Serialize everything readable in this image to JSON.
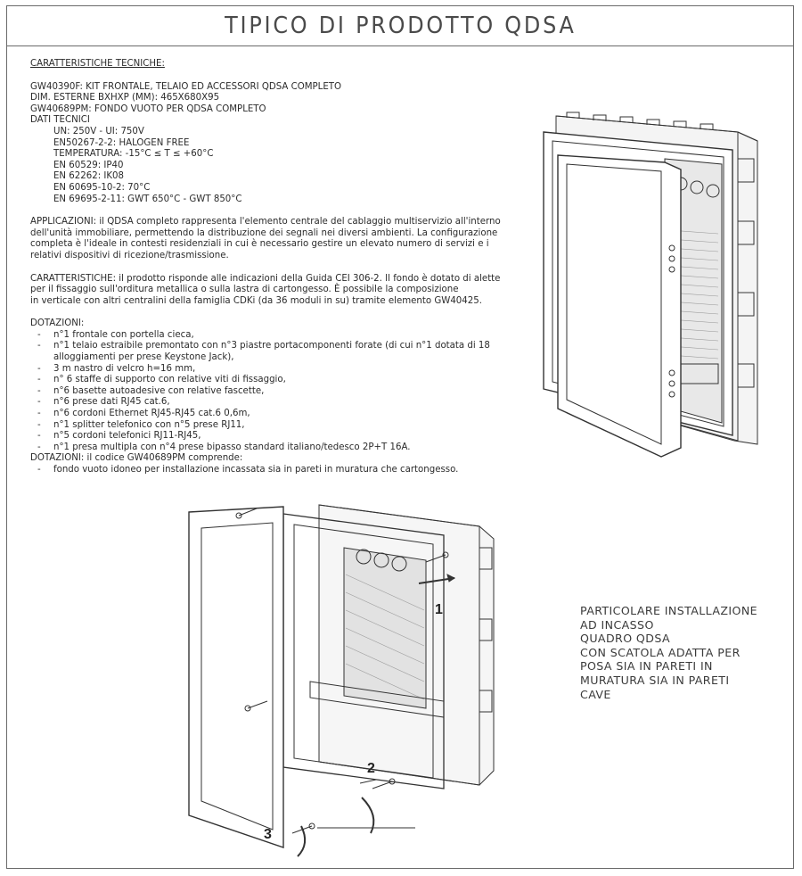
{
  "title": "TIPICO DI PRODOTTO QDSA",
  "heading": "CARATTERISTICHE TECNICHE:",
  "specs": [
    "GW40390F: KIT FRONTALE, TELAIO ED ACCESSORI QDSA COMPLETO",
    "DIM. ESTERNE BXHXP (MM): 465X680X95",
    "GW40689PM: FONDO VUOTO PER QDSA COMPLETO",
    "DATI TECNICI"
  ],
  "tech": [
    "UN: 250V - UI: 750V",
    "EN50267-2-2: HALOGEN FREE",
    "TEMPERATURA: -15°C ≤ T ≤ +60°C",
    "EN 60529: IP40",
    "EN 62262: IK08",
    "EN 60695-10-2: 70°C",
    "EN 69695-2-11: GWT 650°C - GWT 850°C"
  ],
  "applicazioni": [
    "APPLICAZIONI: il QDSA completo rappresenta l'elemento centrale del cablaggio multiservizio all'interno",
    "dell'unità immobiliare, permettendo la distribuzione dei segnali nei diversi ambienti. La configurazione",
    "completa è l'ideale in contesti residenziali in cui è necessario gestire un elevato numero di servizi e i",
    "relativi dispositivi di ricezione/trasmissione."
  ],
  "caratteristiche": [
    "CARATTERISTICHE: il prodotto risponde alle indicazioni della Guida CEI 306-2. Il fondo è dotato di alette",
    "per il fissaggio sull'orditura metallica o sulla lastra di cartongesso. È possibile la composizione",
    "in verticale con altri centralini della famiglia CDKi (da 36 moduli in su) tramite elemento GW40425."
  ],
  "dotazioni_title": "DOTAZIONI:",
  "dotazioni": [
    "n°1 frontale con portella cieca,",
    "n°1 telaio estraibile premontato con n°3 piastre portacomponenti forate (di cui n°1 dotata di 18 alloggiamenti per prese Keystone Jack),",
    "3 m nastro di velcro h=16 mm,",
    "n° 6 staffe di supporto con relative viti di fissaggio,",
    "n°6 basette autoadesive con relative fascette,",
    "n°6 prese dati RJ45 cat.6,",
    "n°6 cordoni Ethernet RJ45-RJ45 cat.6 0,6m,",
    "n°1 splitter telefonico con n°5 prese RJ11,",
    "n°5 cordoni telefonici RJ11-RJ45,",
    "n°1 presa multipla con n°4 prese bipasso standard italiano/tedesco 2P+T 16A."
  ],
  "dotazioni2_title": "DOTAZIONI: il codice GW40689PM comprende:",
  "dotazioni2": [
    "fondo vuoto idoneo per installazione incassata sia in pareti in muratura che cartongesso."
  ],
  "dash": "-",
  "note": [
    "PARTICOLARE INSTALLAZIONE",
    "AD INCASSO",
    "QUADRO QDSA",
    "CON SCATOLA ADATTA PER",
    "POSA SIA IN PARETI IN",
    "MURATURA SIA IN PARETI",
    "CAVE"
  ],
  "callouts": [
    "1",
    "2",
    "3"
  ]
}
